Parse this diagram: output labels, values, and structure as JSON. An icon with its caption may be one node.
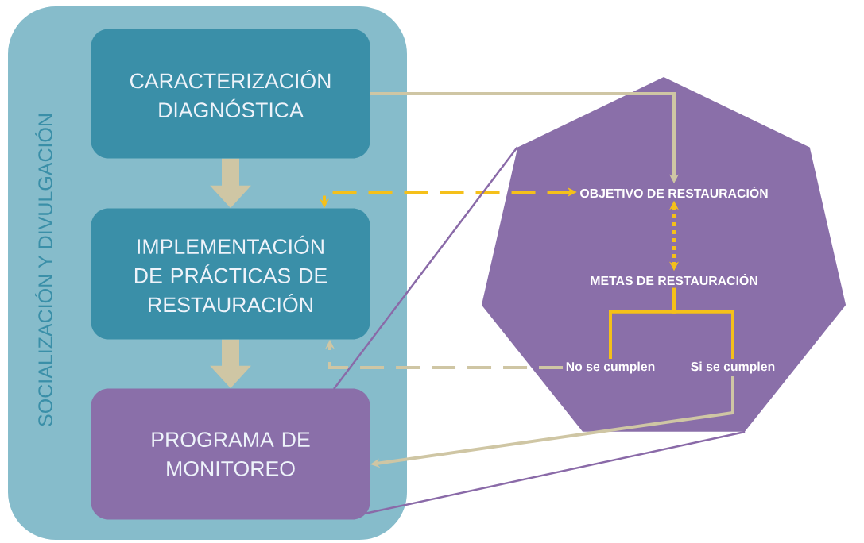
{
  "diagram": {
    "nodes": [
      {
        "text": [
          "SOCIALIZACIÓN Y DIVULGACIÓN"
        ]
      },
      {
        "text": [
          "CARACTERIZACIÓN DIAGNÓSTICA"
        ],
        "in": 0
      },
      {
        "text": [
          "IMPLEMENTACIÓN DE PRÁCTICAS DE RESTAURACIÓN"
        ],
        "in": 0
      },
      {
        "text": [
          "PROGRAMA DE MONITOREO"
        ],
        "in": 0
      },
      {
        "text": [],
        "shape": "heptagon"
      },
      {
        "text": [
          "OBJETIVO DE RESTAURACIÓN"
        ],
        "in": 4
      },
      {
        "text": [
          "METAS DE RESTAURACIÓN"
        ],
        "in": 4
      },
      {
        "text": [
          "No se cumplen"
        ],
        "in": 4
      },
      {
        "text": [
          "Si se cumplen"
        ],
        "in": 4
      }
    ],
    "edges": [
      {
        "from": 1,
        "to": 2,
        "arrow": "to",
        "style": "thick"
      },
      {
        "from": 2,
        "to": 3,
        "arrow": "to",
        "style": "thick"
      },
      {
        "from": 1,
        "to": 5,
        "arrow": "to"
      },
      {
        "from": 5,
        "to": 2,
        "arrow": "both",
        "style": "dashed",
        "color": "#f5c01a"
      },
      {
        "from": 5,
        "to": 6,
        "arrow": "both",
        "style": "dashed",
        "color": "#f5c01a"
      },
      {
        "from": 6,
        "to": 7,
        "arrow": "none",
        "color": "#f5c01a"
      },
      {
        "from": 6,
        "to": 8,
        "arrow": "none",
        "color": "#f5c01a"
      },
      {
        "from": 7,
        "to": 2,
        "arrow": "to",
        "style": "dashed"
      },
      {
        "from": 8,
        "to": 3,
        "arrow": "to"
      },
      {
        "from": 3,
        "to": 4,
        "arrow": "none",
        "color": "#8a6aa8"
      },
      {
        "from": 3,
        "to": 4,
        "arrow": "none",
        "color": "#8a6aa8"
      }
    ]
  }
}
